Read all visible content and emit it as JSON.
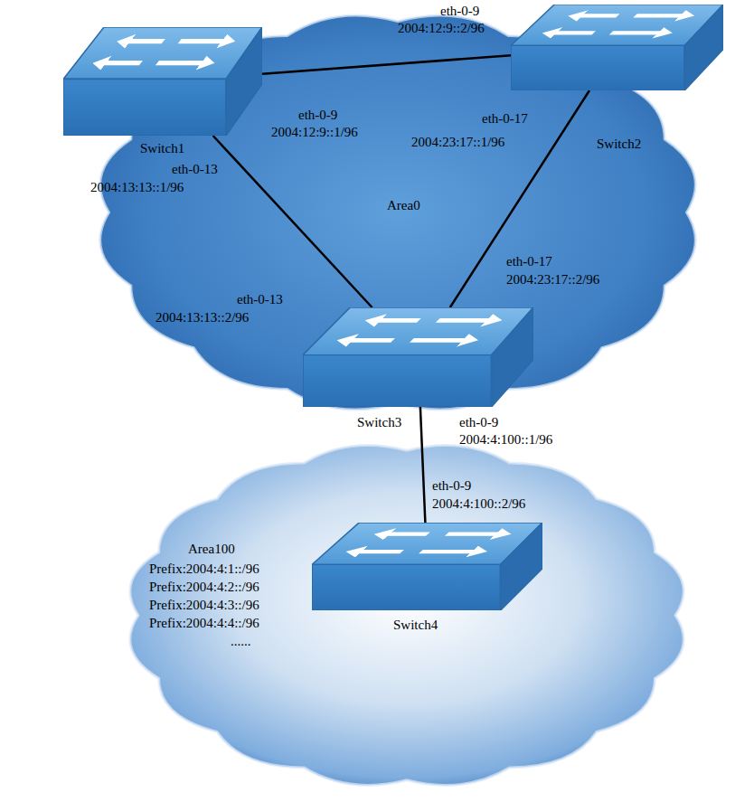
{
  "diagram": {
    "nodes": [
      {
        "text": [
          "Area0"
        ]
      },
      {
        "text": [
          "Switch1"
        ],
        "in": 0
      },
      {
        "text": [
          "Switch2"
        ],
        "in": 0
      },
      {
        "text": [
          "Switch3"
        ],
        "in": 0
      },
      {
        "text": [
          "Area100",
          "Prefix:2004:4:1::/96",
          "Prefix:2004:4:2::/96",
          "Prefix:2004:4:3::/96",
          "Prefix:2004:4:4::/96",
          "......"
        ]
      },
      {
        "text": [
          "Switch4"
        ],
        "in": 4
      }
    ],
    "edges": [
      {
        "from": 1,
        "to": 2,
        "arrow": "none"
      },
      {
        "from": 1,
        "to": 3,
        "arrow": "none"
      },
      {
        "from": 2,
        "to": 3,
        "arrow": "none"
      },
      {
        "from": 3,
        "to": 5,
        "arrow": "none"
      }
    ],
    "labels": [
      "eth-0-9",
      "2004:12:9::2/96",
      "eth-0-9",
      "2004:12:9::1/96",
      "eth-0-17",
      "2004:23:17::1/96",
      "eth-0-13",
      "2004:13:13::1/96",
      "eth-0-13",
      "2004:13:13::2/96",
      "eth-0-17",
      "2004:23:17::2/96",
      "eth-0-9",
      "2004:4:100::1/96",
      "eth-0-9",
      "2004:4:100::2/96"
    ]
  }
}
